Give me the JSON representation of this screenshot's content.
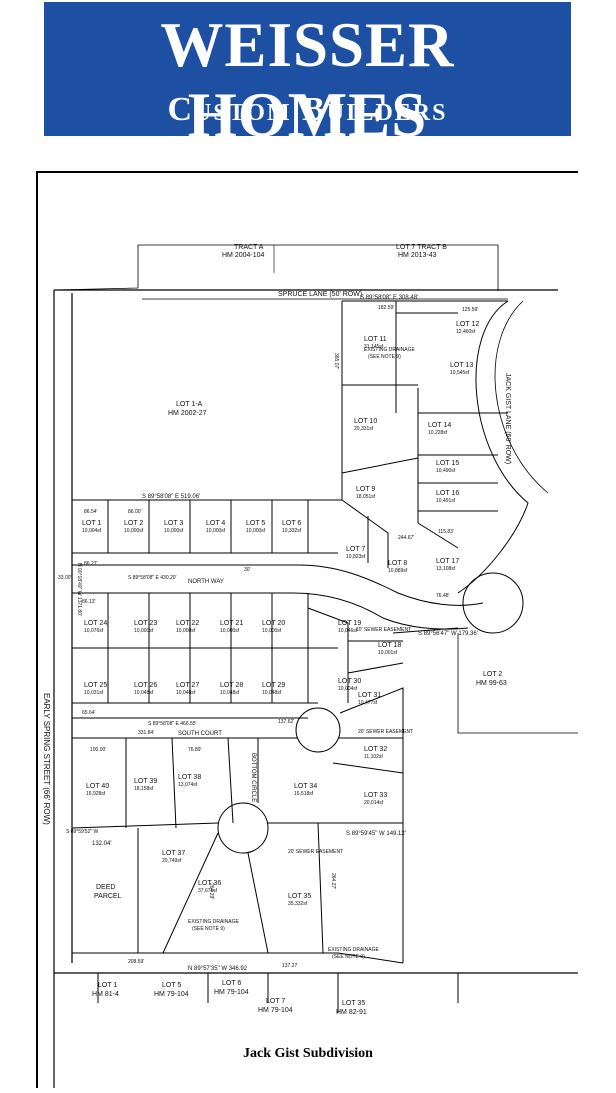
{
  "header": {
    "line1": "WEISSER HOMES",
    "line2": "Custom Builders",
    "color": "#1d50a3"
  },
  "caption": "Jack Gist Subdivision",
  "streets": {
    "spruce": "SPRUCE LANE (50' ROW)",
    "jack_gist": "JACK GIST LANE (60' ROW)",
    "early_spring": "EARLY SPRING STREET (66' ROW)",
    "north_way": "NORTH WAY",
    "south_court": "SOUTH COURT",
    "bottom_circle": "BOTTOM CIRCLE"
  },
  "adjacent": {
    "tract_a": "TRACT A",
    "tract_a_hm": "HM 2004-104",
    "lot7_tract_b": "LOT 7 TRACT B",
    "lot7_tract_b_hm": "HM 2013-43",
    "lot1a": "LOT 1-A",
    "lot1a_hm": "HM 2002-27",
    "lot2": "LOT 2",
    "lot2_hm": "HM 99-63",
    "deed": "DEED",
    "parcel": "PARCEL",
    "b_lot1": "LOT 1",
    "b_lot1_hm": "HM 81-4",
    "b_lot5": "LOT 5",
    "b_lot5_hm": "HM 79-104",
    "b_lot6": "LOT 6",
    "b_lot6_hm": "HM 79-104",
    "b_lot7": "LOT 7",
    "b_lot7_hm": "HM 79-104",
    "b_lot35": "LOT 35",
    "b_lot35_hm": "HM 82-91"
  },
  "bearings": {
    "b1": "S 89°58'08\" E  519.06'",
    "b2": "S 89°58'08\" E  430.20'",
    "b3": "S 89°58'08\" E  308.48'",
    "b4": "S 89°58'08\" E  466.55'",
    "b5": "S 89°56'47\" W  179.36'",
    "b6": "S 89°59'45\" W  149.12'",
    "b7": "N 89°57'35\" W  346.92",
    "b8": "S 89°59'52\" W",
    "b9": "N 00°18'49\" W  1371.80'"
  },
  "notes": {
    "drain1": "EXISTING DRAINAGE",
    "drain1b": "(SEE NOTE 9)",
    "drain2": "EXISTING DRAINAGE",
    "drain2b": "(SEE NOTE 9)",
    "drain3": "EXISTING DRAINAGE",
    "drain3b": "(SEE NOTE 9)",
    "sewer1": "10' SEWER EASEMENT",
    "sewer2": "20' SEWER EASEMENT",
    "sewer3": "20' SEWER EASEMENT"
  },
  "lots": [
    {
      "n": "LOT 1",
      "a": "10,004sf"
    },
    {
      "n": "LOT 2",
      "a": "10,000sf"
    },
    {
      "n": "LOT 3",
      "a": "10,000sf"
    },
    {
      "n": "LOT 4",
      "a": "10,000sf"
    },
    {
      "n": "LOT 5",
      "a": "10,000sf"
    },
    {
      "n": "LOT 6",
      "a": "10,332sf"
    },
    {
      "n": "LOT 7",
      "a": "10,823sf"
    },
    {
      "n": "LOT 8",
      "a": "10,889sf"
    },
    {
      "n": "LOT 9",
      "a": "18,051sf"
    },
    {
      "n": "LOT 10",
      "a": "20,331sf"
    },
    {
      "n": "LOT 11",
      "a": "31,145sf"
    },
    {
      "n": "LOT 12",
      "a": "12,460sf"
    },
    {
      "n": "LOT 13",
      "a": "10,545sf"
    },
    {
      "n": "LOT 14",
      "a": "10,228sf"
    },
    {
      "n": "LOT 15",
      "a": "10,490sf"
    },
    {
      "n": "LOT 16",
      "a": "10,491sf"
    },
    {
      "n": "LOT 17",
      "a": "13,108sf"
    },
    {
      "n": "LOT 18",
      "a": "10,001sf"
    },
    {
      "n": "LOT 19",
      "a": "10,046sf"
    },
    {
      "n": "LOT 20",
      "a": "10,000sf"
    },
    {
      "n": "LOT 21",
      "a": "10,000sf"
    },
    {
      "n": "LOT 22",
      "a": "10,000sf"
    },
    {
      "n": "LOT 23",
      "a": "10,000sf"
    },
    {
      "n": "LOT 24",
      "a": "10,076sf"
    },
    {
      "n": "LOT 25",
      "a": "10,031sf"
    },
    {
      "n": "LOT 26",
      "a": "10,048sf"
    },
    {
      "n": "LOT 27",
      "a": "10,048sf"
    },
    {
      "n": "LOT 28",
      "a": "10,048sf"
    },
    {
      "n": "LOT 29",
      "a": "10,048sf"
    },
    {
      "n": "LOT 30",
      "a": "10,004sf"
    },
    {
      "n": "LOT 31",
      "a": "10,477sf"
    },
    {
      "n": "LOT 32",
      "a": "11,102sf"
    },
    {
      "n": "LOT 33",
      "a": "20,014sf"
    },
    {
      "n": "LOT 34",
      "a": "16,518sf"
    },
    {
      "n": "LOT 35",
      "a": "35,332sf"
    },
    {
      "n": "LOT 36",
      "a": "37,671sf"
    },
    {
      "n": "LOT 37",
      "a": "20,749sf"
    },
    {
      "n": "LOT 38",
      "a": "13,074sf"
    },
    {
      "n": "LOT 39",
      "a": "18,158sf"
    },
    {
      "n": "LOT 40",
      "a": "16,928sf"
    }
  ],
  "dims": {
    "d8654": "86.54'",
    "d8600": "86.00'",
    "d8827": "86.27'",
    "d8613": "86.13'",
    "d6564": "65.64'",
    "d10000": "100.00'",
    "d7689": "76.89'",
    "d13204": "132.04'",
    "d20859": "208.59'",
    "d13727": "137.27",
    "d12559": "125.59'",
    "d18259": "182.59'",
    "d11583": "115.83'",
    "d7648": "76.48'",
    "d24467": "244.67'",
    "d26427": "264.27'",
    "d26429": "264.29'",
    "d33184": "331.84'",
    "d13762": "137.62'",
    "d36507": "365.07'",
    "d33": "33.00'",
    "d30": "30'"
  }
}
